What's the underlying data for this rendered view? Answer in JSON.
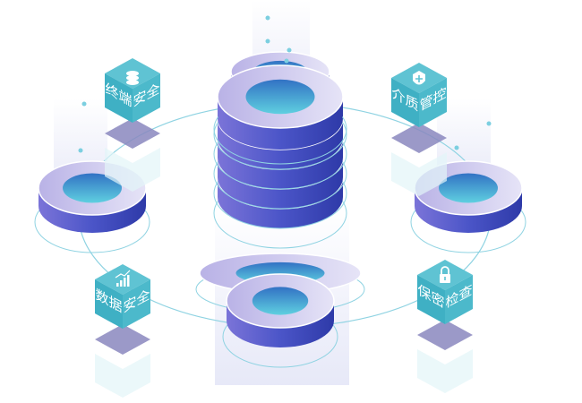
{
  "modules": [
    {
      "id": "terminal-security",
      "left": "终端",
      "right": "安全",
      "icon": "database-icon"
    },
    {
      "id": "media-control",
      "left": "介质",
      "right": "管控",
      "icon": "shield-plus-icon"
    },
    {
      "id": "data-security",
      "left": "数据",
      "right": "安全",
      "icon": "bar-chart-icon"
    },
    {
      "id": "secrecy-inspection",
      "left": "保密",
      "right": "检查",
      "icon": "lock-icon"
    }
  ],
  "colors": {
    "cube_top": "#5fc3d3",
    "cube_left": "#3fb0c4",
    "cube_right": "#4cb9cb",
    "ring_top": "#c9c3ec",
    "ring_side": "#3f4fc0",
    "ring_hole": "#3a86c8",
    "orbit": "#7fcfdf",
    "shadow": "#8a87be"
  }
}
